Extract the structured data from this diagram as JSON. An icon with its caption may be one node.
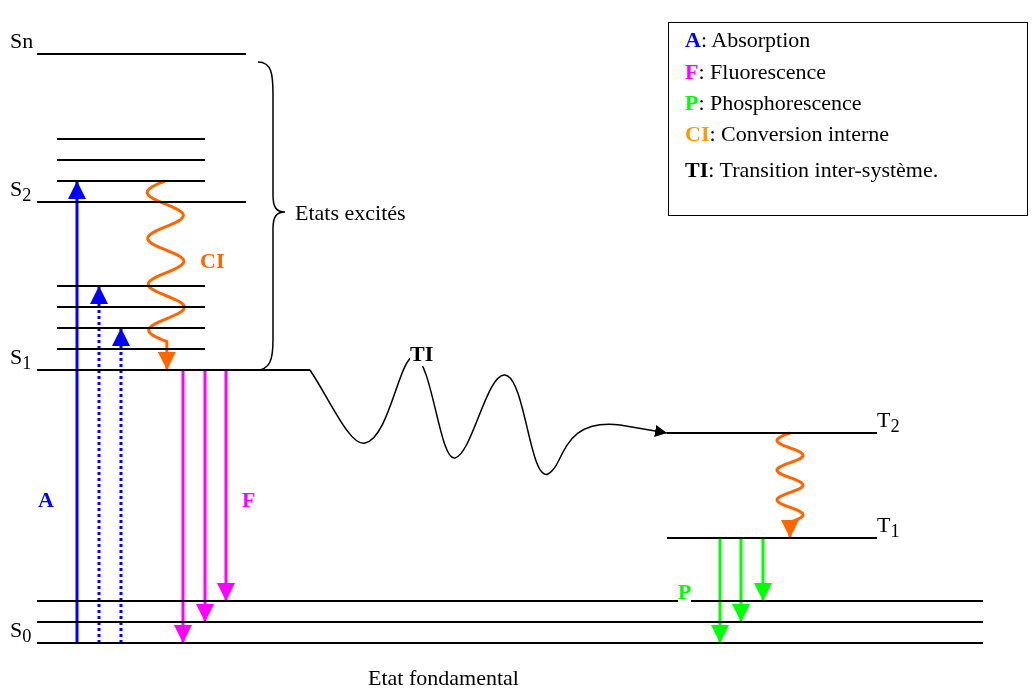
{
  "diagram": {
    "nodes": [
      {
        "text": [
          "Sn"
        ]
      },
      {
        "text": [],
        "shape": "bar"
      },
      {
        "text": [],
        "shape": "bar"
      },
      {
        "text": [],
        "shape": "bar"
      },
      {
        "text": [
          "S$_{2}$"
        ]
      },
      {
        "text": [],
        "shape": "bar"
      },
      {
        "text": [],
        "shape": "bar"
      },
      {
        "text": [],
        "shape": "bar"
      },
      {
        "text": [],
        "shape": "bar"
      },
      {
        "text": [
          "S$_{1}$"
        ]
      },
      {
        "text": [
          "T$_{2}$"
        ]
      },
      {
        "text": [
          "T$_{1}$"
        ]
      },
      {
        "text": [],
        "shape": "bar"
      },
      {
        "text": [],
        "shape": "bar"
      },
      {
        "text": [
          "S$_{0}$"
        ]
      }
    ],
    "edges": [
      {
        "from": 14,
        "to": 3,
        "arrow": "to",
        "color": "#0000ff",
        "label": "A"
      },
      {
        "from": 14,
        "to": 5,
        "arrow": "to",
        "color": "#0000ff",
        "style": "dashed"
      },
      {
        "from": 14,
        "to": 7,
        "arrow": "to",
        "color": "#0000ff",
        "style": "dashed"
      },
      {
        "from": 3,
        "to": 9,
        "arrow": "to",
        "color": "#ff6600",
        "label": "CI"
      },
      {
        "from": 9,
        "to": 14,
        "arrow": "to",
        "color": "#ff00ff"
      },
      {
        "from": 9,
        "to": 13,
        "arrow": "to",
        "color": "#ff00ff"
      },
      {
        "from": 9,
        "to": 12,
        "arrow": "to",
        "color": "#ff00ff",
        "label": "F"
      },
      {
        "from": 9,
        "to": 10,
        "arrow": "to",
        "color": "#000000",
        "label": "TI"
      },
      {
        "from": 10,
        "to": 11,
        "arrow": "to",
        "color": "#ff6600"
      },
      {
        "from": 11,
        "to": 14,
        "arrow": "to",
        "color": "#00ff00",
        "label": "P"
      },
      {
        "from": 11,
        "to": 13,
        "arrow": "to",
        "color": "#00ff00"
      },
      {
        "from": 11,
        "to": 12,
        "arrow": "to",
        "color": "#00ff00"
      }
    ],
    "labels": [
      "Etats excités",
      "Etat fondamental"
    ],
    "legend": [
      {
        "text": "**A**: Absorption",
        "color": "#0000ff"
      },
      {
        "text": "**F**: Fluorescence",
        "color": "#ff00ff"
      },
      {
        "text": "**P**: Phosphorescence",
        "color": "#00ff00"
      },
      {
        "text": "**CI**: Conversion interne",
        "color": "#ff9900"
      },
      {
        "text": "**TI**: Transition inter-système.",
        "color": "#000000"
      }
    ]
  }
}
